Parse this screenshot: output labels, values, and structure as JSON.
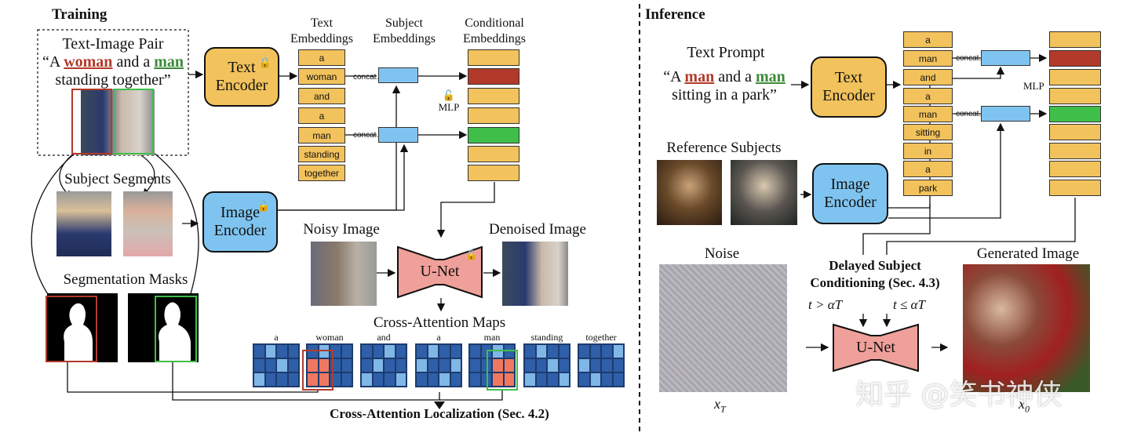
{
  "training": {
    "section_title": "Training",
    "pair_title": "Text-Image Pair",
    "caption_q1": "“A ",
    "caption_woman": "woman",
    "caption_mid": " and a ",
    "caption_man": "man",
    "caption_line2": "standing together”",
    "text_encoder": [
      "Text",
      "Encoder"
    ],
    "image_encoder": [
      "Image",
      "Encoder"
    ],
    "text_embeddings_label": [
      "Text",
      "Embeddings"
    ],
    "subject_embeddings_label": [
      "Subject",
      "Embeddings"
    ],
    "conditional_embeddings_label": [
      "Conditional",
      "Embeddings"
    ],
    "tokens": [
      "a",
      "woman",
      "and",
      "a",
      "man",
      "standing",
      "together"
    ],
    "concat": "concat.",
    "mlp": "MLP",
    "subject_segments": "Subject Segments",
    "segmentation_masks": "Segmentation Masks",
    "noisy_image": "Noisy Image",
    "denoised_image": "Denoised Image",
    "unet": "U-Net",
    "cross_attention_maps": "Cross-Attention Maps",
    "attn_words": [
      "a",
      "woman",
      "and",
      "a",
      "man",
      "standing",
      "together"
    ],
    "localization": "Cross-Attention Localization (Sec. 4.2)"
  },
  "inference": {
    "section_title": "Inference",
    "text_prompt": "Text Prompt",
    "prompt_q1": "“A ",
    "prompt_man1": "man",
    "prompt_mid": " and a ",
    "prompt_man2": "man",
    "prompt_line2": "sitting in a park”",
    "text_encoder": [
      "Text",
      "Encoder"
    ],
    "image_encoder": [
      "Image",
      "Encoder"
    ],
    "reference_subjects": "Reference Subjects",
    "tokens": [
      "a",
      "man",
      "and",
      "a",
      "man",
      "sitting",
      "in",
      "a",
      "park"
    ],
    "concat": "concat.",
    "mlp": "MLP",
    "noise": "Noise",
    "x_t": "x",
    "x_t_sub": "T",
    "delayed": [
      "Delayed Subject",
      "Conditioning (Sec. 4.3)"
    ],
    "cond_left": "t > αT",
    "cond_right": "t ≤ αT",
    "unet": "U-Net",
    "generated_image": "Generated Image",
    "x0": "x",
    "x0_sub": "0"
  },
  "watermark": "知乎 @笑书神侠",
  "colors": {
    "orange": "#f2c25c",
    "blue": "#7fc4f0",
    "pink": "#f0a09a",
    "red_embedding": "#b23a2a",
    "green_embedding": "#3fbf4a"
  }
}
